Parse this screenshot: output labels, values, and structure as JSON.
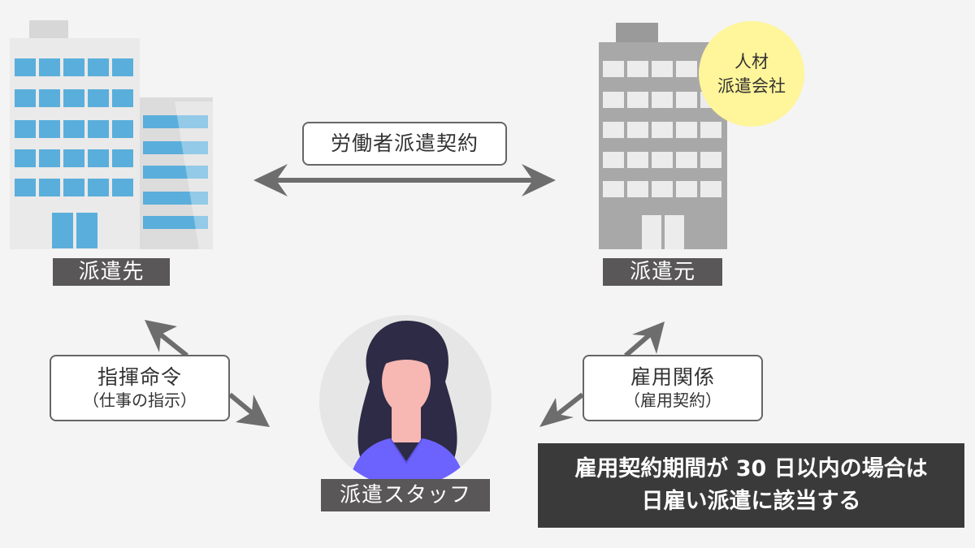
{
  "client": {
    "label": "派遣先"
  },
  "agency": {
    "label": "派遣元",
    "badge_line1": "人材",
    "badge_line2": "派遣会社"
  },
  "contract": {
    "label": "労働者派遣契約"
  },
  "command": {
    "title": "指揮命令",
    "sub": "（仕事の指示）"
  },
  "employment": {
    "title": "雇用関係",
    "sub": "（雇用契約）"
  },
  "staff": {
    "label": "派遣スタッフ"
  },
  "note": {
    "line1": "雇用契約期間が 30 日以内の場合は",
    "line2": "日雇い派遣に該当する"
  },
  "colors": {
    "client_window": "#5aaedb",
    "agency_building": "#a8a8a8",
    "arrow": "#6d6d6d",
    "label_bg": "#595757",
    "badge": "#fff59a",
    "hair": "#2d2b45",
    "skin": "#f7b7b3",
    "shirt": "#6c63ff"
  }
}
